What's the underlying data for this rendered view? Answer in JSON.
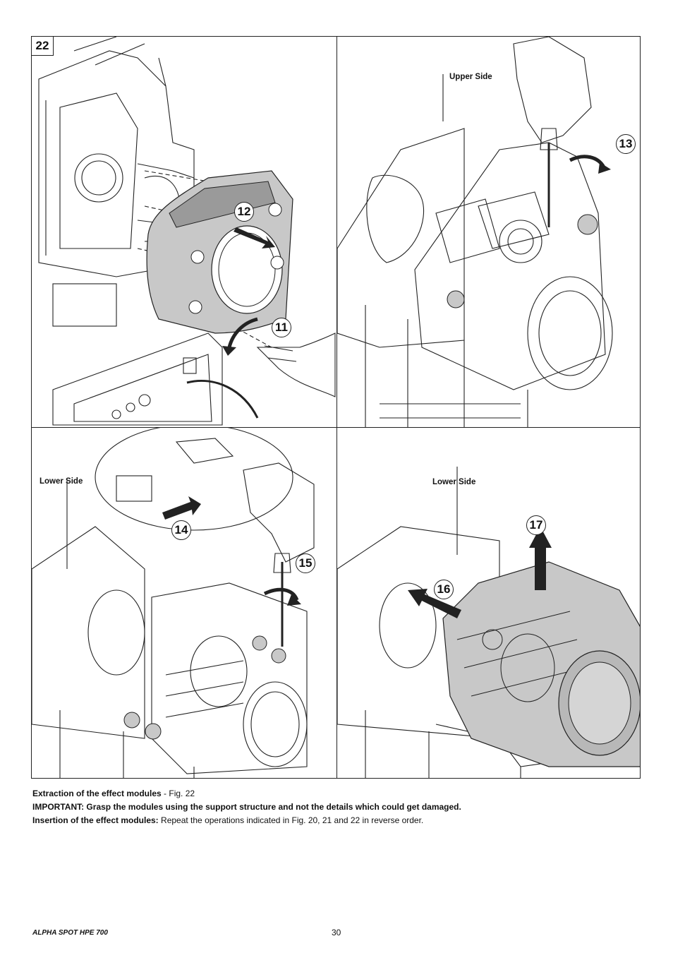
{
  "figure": {
    "number": "22",
    "panels": [
      {
        "steps": [
          "12",
          "11"
        ]
      },
      {
        "label": "Upper Side",
        "steps": [
          "13"
        ]
      },
      {
        "label": "Lower Side",
        "steps": [
          "14",
          "15"
        ]
      },
      {
        "label": "Lower Side",
        "steps": [
          "17",
          "16"
        ]
      }
    ]
  },
  "captions": {
    "line1_bold": "Extraction of the effect modules",
    "line1_rest": " - Fig. 22",
    "line2_bold": "IMPORTANT: Grasp the modules using the support structure and not the details which could get damaged.",
    "line3_bold": "Insertion of the effect modules:",
    "line3_rest": " Repeat the operations indicated in Fig. 20, 21 and 22 in reverse order."
  },
  "footer": {
    "model": "ALPHA SPOT HPE 700",
    "page": "30"
  },
  "colors": {
    "line": "#222222",
    "shaded_part": "#c8c8c8",
    "shaded_dark": "#9a9a9a"
  }
}
